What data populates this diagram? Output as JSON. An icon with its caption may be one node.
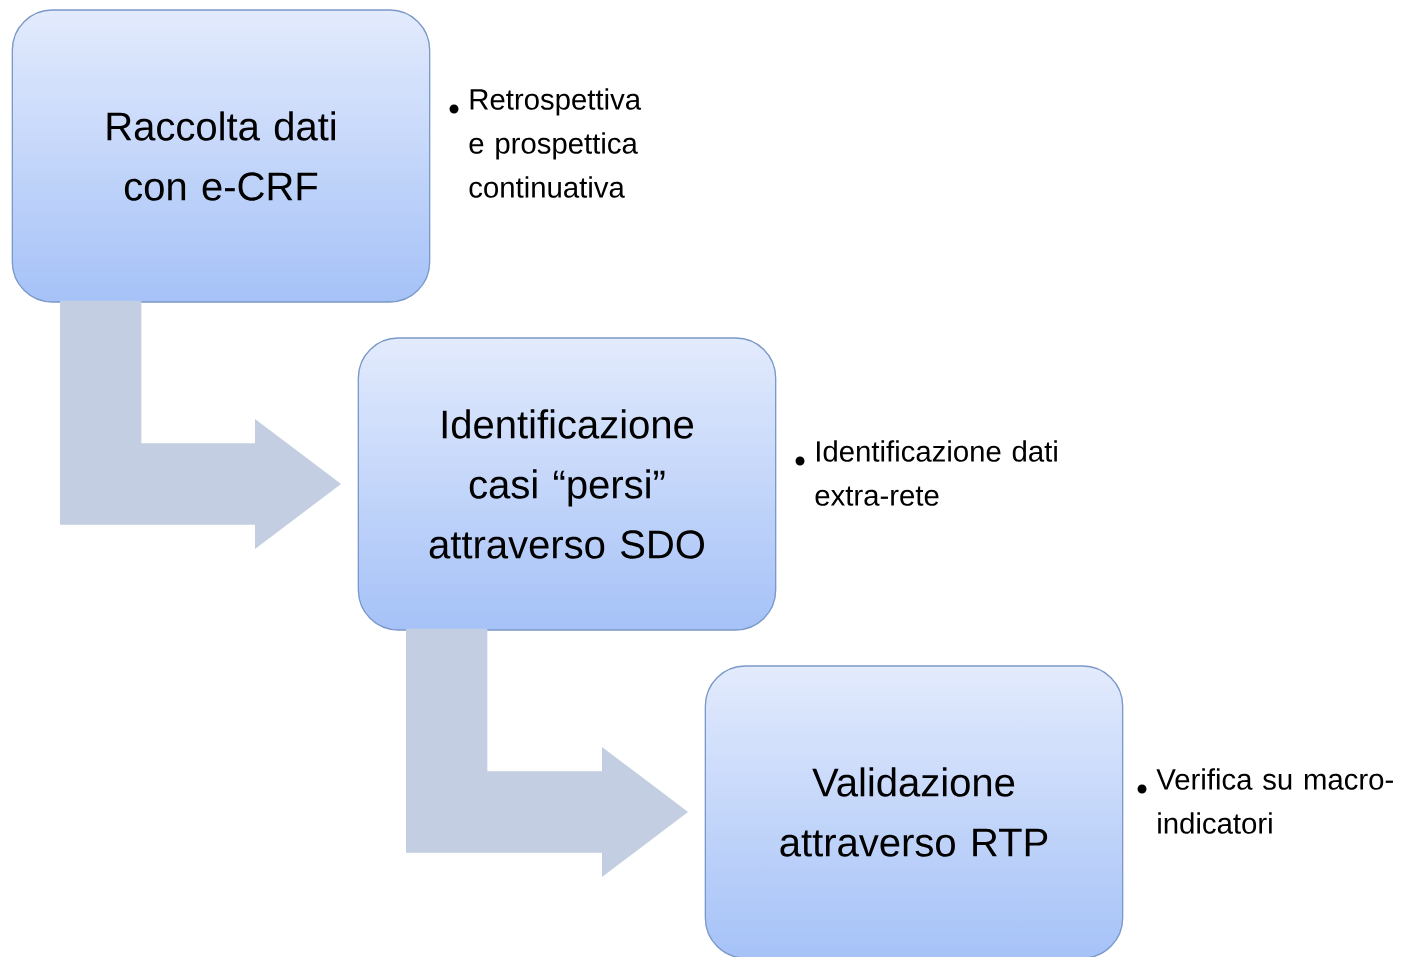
{
  "diagram": {
    "nodes": [
      {
        "text": [
          "Raccolta dati con e-CRF"
        ],
        "beside": [
          "Retrospettiva e prospettica continuativa"
        ]
      },
      {
        "text": [
          "Identificazione casi “persi” attraverso SDO"
        ],
        "beside": [
          "Identificazione dati extra-rete"
        ]
      },
      {
        "text": [
          "Validazione attraverso RTP"
        ],
        "beside": [
          "Verifica su macro-indicatori"
        ]
      }
    ],
    "edges": [
      {
        "from": 0,
        "to": 1,
        "arrow": "to"
      },
      {
        "from": 1,
        "to": 2,
        "arrow": "to"
      }
    ]
  }
}
